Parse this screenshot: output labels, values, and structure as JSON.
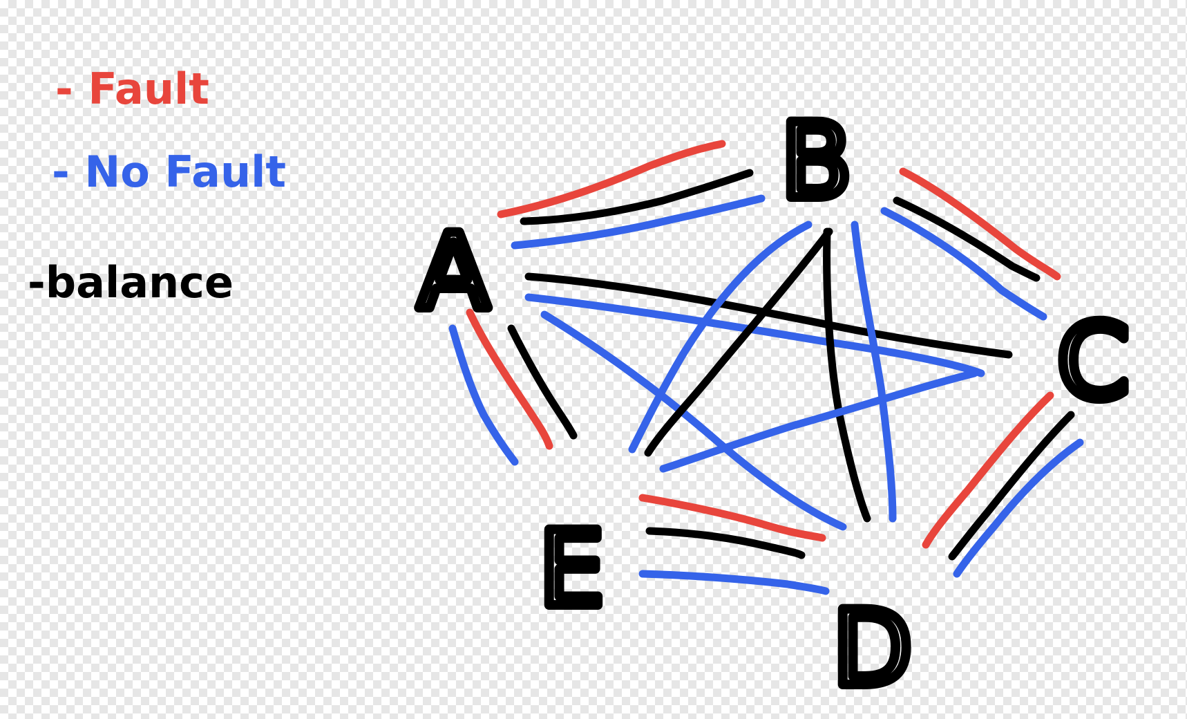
{
  "colors": {
    "fault": "#e8453c",
    "no_fault": "#3563e9",
    "balance": "#000000"
  },
  "legend": {
    "fault": "- Fault",
    "no_fault": "- No Fault",
    "balance": "-balance"
  },
  "nodes": {
    "a": "A",
    "b": "B",
    "c": "C",
    "d": "D",
    "e": "E"
  },
  "edges": [
    {
      "from": "A",
      "to": "B",
      "kinds": [
        "fault",
        "balance",
        "no_fault"
      ]
    },
    {
      "from": "B",
      "to": "C",
      "kinds": [
        "fault",
        "balance",
        "no_fault"
      ]
    },
    {
      "from": "C",
      "to": "D",
      "kinds": [
        "fault",
        "balance",
        "no_fault"
      ]
    },
    {
      "from": "D",
      "to": "E",
      "kinds": [
        "fault",
        "balance",
        "no_fault"
      ]
    },
    {
      "from": "E",
      "to": "A",
      "kinds": [
        "no_fault",
        "fault",
        "balance"
      ]
    },
    {
      "from": "A",
      "to": "C",
      "kinds": [
        "balance",
        "no_fault"
      ]
    },
    {
      "from": "A",
      "to": "D",
      "kinds": [
        "no_fault"
      ]
    },
    {
      "from": "B",
      "to": "E",
      "kinds": [
        "no_fault",
        "balance"
      ]
    },
    {
      "from": "B",
      "to": "D",
      "kinds": [
        "balance",
        "no_fault"
      ]
    },
    {
      "from": "C",
      "to": "E",
      "kinds": [
        "no_fault"
      ]
    }
  ]
}
